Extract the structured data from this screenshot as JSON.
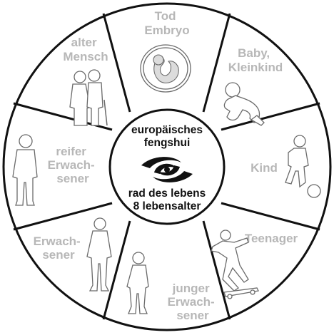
{
  "center": {
    "line1": "europäisches",
    "line2": "fengshui",
    "line3": "rad des lebens",
    "line4": "8 lebensalter"
  },
  "segments": [
    {
      "id": "tod-embryo",
      "lines": [
        "Tod",
        "Embryo"
      ],
      "icon": "embryo-icon"
    },
    {
      "id": "baby-kleinkind",
      "lines": [
        "Baby,",
        "Kleinkind"
      ],
      "icon": "crawling-baby-icon"
    },
    {
      "id": "kind",
      "lines": [
        "Kind"
      ],
      "icon": "child-with-ball-icon"
    },
    {
      "id": "teenager",
      "lines": [
        "Teenager"
      ],
      "icon": "skateboarder-icon"
    },
    {
      "id": "junger-erwachsener",
      "lines": [
        "junger",
        "Erwach-",
        "sener"
      ],
      "icon": "young-adult-icon"
    },
    {
      "id": "erwachsener",
      "lines": [
        "Erwach-",
        "sener"
      ],
      "icon": "adult-icon"
    },
    {
      "id": "reifer-erwachsener",
      "lines": [
        "reifer",
        "Erwach-",
        "sener"
      ],
      "icon": "mature-adult-icon"
    },
    {
      "id": "alter-mensch",
      "lines": [
        "alter",
        "Mensch"
      ],
      "icon": "elderly-couple-icon"
    }
  ],
  "colors": {
    "outline": "#111111",
    "label": "#b7b7b7",
    "silhouette": "#6a6a6a"
  }
}
